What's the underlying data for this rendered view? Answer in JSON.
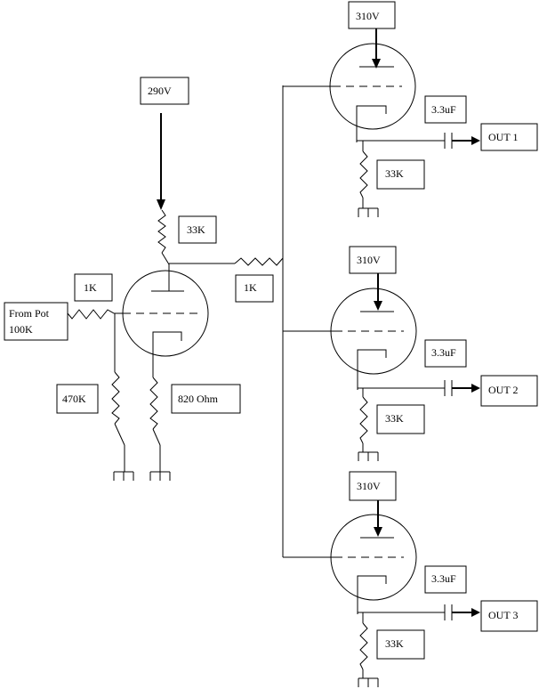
{
  "diagram": {
    "input_stage": {
      "plate_supply": "290V",
      "plate_resistor": "33K",
      "grid_stopper": "1K",
      "grid_leak": "470K",
      "cathode_resistor": "820 Ohm",
      "input_label_line1": "From Pot",
      "input_label_line2": "100K",
      "coupling_resistor": "1K"
    },
    "output_stages": [
      {
        "supply": "310V",
        "capacitor": "3.3uF",
        "cathode_resistor": "33K",
        "output": "OUT 1"
      },
      {
        "supply": "310V",
        "capacitor": "3.3uF",
        "cathode_resistor": "33K",
        "output": "OUT 2"
      },
      {
        "supply": "310V",
        "capacitor": "3.3uF",
        "cathode_resistor": "33K",
        "output": "OUT 3"
      }
    ]
  }
}
